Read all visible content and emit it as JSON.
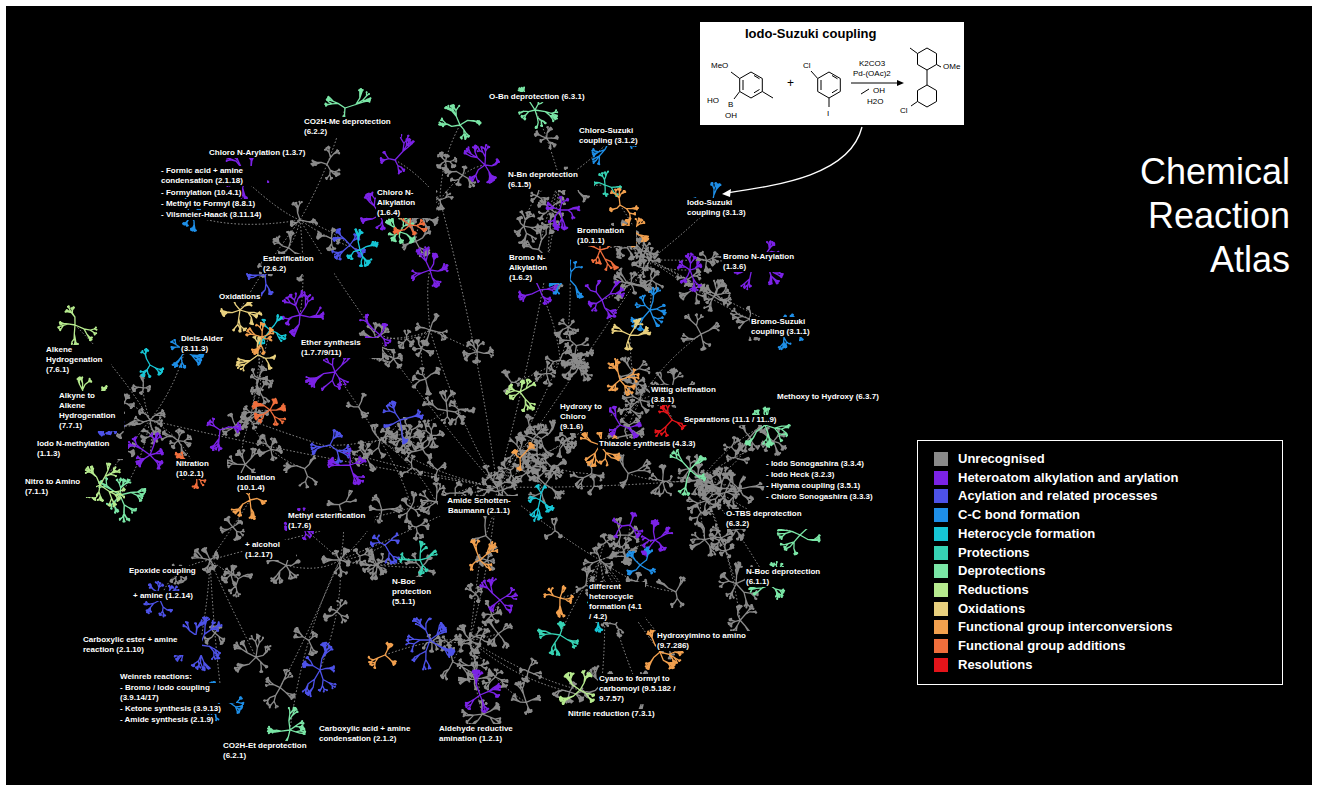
{
  "diagram": {
    "title": "Chemical Reaction Atlas",
    "nodes": [
      {
        "text": [
          "Iodo-Suzuki coupling",
          "MeO",
          "HO",
          "B",
          "OH",
          "+",
          "Cl",
          "I",
          "K2CO3",
          "Pd-(OAc)2",
          "OH",
          "H2O",
          "OMe",
          "Cl"
        ]
      }
    ],
    "labels": [
      "CO2H-Me deprotection (6.2.2)",
      "O-Bn deprotection (6.3.1)",
      "Chloro-Suzuki coupling (3.1.2)",
      "Chloro N-Arylation (1.3.7)",
      "- Formic acid + amine condensation (2.1.18)",
      "- Formylation (10.4.1)",
      "- Methyl to Formyl (8.8.1)",
      "- Vilsmeier-Haack (3.11.14)",
      "N-Bn deprotection (6.1.5)",
      "Chloro N-Alkylation (1.6.4)",
      "Iodo-Suzuki coupling (3.1.3)",
      "Bromination (10.1.1)",
      "Bromo N-Arylation (1.3.6)",
      "Bromo N-Alkylation (1.6.2)",
      "Esterification (2.6.2)",
      "Oxidations",
      "Bromo-Suzuki coupling (3.1.1)",
      "Diels-Alder (3.11.3)",
      "Ether synthesis (1.7.7/9/11)",
      "Alkene Hydrogenation (7.6.1)",
      "Wittig olefination (3.8.1)",
      "Alkyne to Alkene Hydrogenation (7.7.1)",
      "Methoxy to Hydroxy (6.3.7)",
      "Hydroxy to Chloro (9.1.6)",
      "Separations (11.1 / 11..9)",
      "Thiazole synthesis (4.3.3)",
      "Iodo N-methylation (1.1.3)",
      "Nitration (10.2.1)",
      "- Iodo Sonogashira (3.3.4)",
      "- Iodo Heck (3.2.3)",
      "- Hiyama coupling (3.5.1)",
      "- Chloro Sonogashira (3.3.3)",
      "Iodination (10.1.4)",
      "Nitro to Amino (7.1.1)",
      "Amide Schotten-Baumann (2.1.1)",
      "O-TBS deprotection (6.3.2)",
      "Methyl esterification (1.7.6)",
      "+ alcohol (1.2.17)",
      "Epoxide coupling",
      "N-Boc deprotection (6.1.1)",
      "N-Boc protection (5.1.1)",
      "different heterocycle formation (4.1 / 4.2)",
      "+ amine (1.2.14)",
      "Hydroxyimino to amino (9.7.286)",
      "Carboxylic ester + amine reaction (2.1.10)",
      "Weinreb reactions:",
      "- Bromo / Iodo coupling (3.9.14/17)",
      "- Ketone synthesis (3.9.13)",
      "- Amide synthesis (2.1.9)",
      "Cyano to formyl to carbomoyl (9.5.182 / 9.7.57)",
      "Nitrile reduction (7.3.1)",
      "Carboxylic acid + amine condensation (2.1.2)",
      "Aldehyde reductive amination (1.2.1)",
      "CO2H-Et deprotection (6.2.1)"
    ],
    "legend": [
      {
        "text": "Unrecognised",
        "color": "#8a8a8a"
      },
      {
        "text": "Heteroatom alkylation and arylation",
        "color": "#7b22e6"
      },
      {
        "text": "Acylation and related processes",
        "color": "#4d52e8"
      },
      {
        "text": "C-C bond formation",
        "color": "#1e8fe8"
      },
      {
        "text": "Heterocycle formation",
        "color": "#16c6d6"
      },
      {
        "text": "Protections",
        "color": "#36d3b4"
      },
      {
        "text": "Deprotections",
        "color": "#7ae6a6"
      },
      {
        "text": "Reductions",
        "color": "#b6ea8e"
      },
      {
        "text": "Oxidations",
        "color": "#e8d07e"
      },
      {
        "text": "Functional group interconversions",
        "color": "#f2a04e"
      },
      {
        "text": "Functional group additions",
        "color": "#f06e3c"
      },
      {
        "text": "Resolutions",
        "color": "#e4141a"
      }
    ]
  }
}
